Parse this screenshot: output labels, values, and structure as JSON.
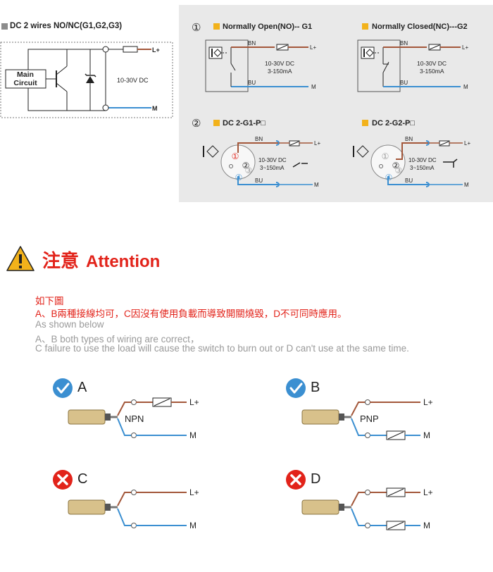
{
  "dc_block": {
    "title": "DC 2 wires NO/NC(G1,G2,G3)",
    "main_circuit": [
      "Main",
      "Circuit"
    ],
    "voltage": "10-30V DC",
    "lplus": "L+",
    "m": "M"
  },
  "panel": {
    "no": {
      "num": "①",
      "title": "Normally Open(NO)-- G1",
      "bn": "BN",
      "bu": "BU",
      "lplus": "L+",
      "m": "M",
      "v1": "10-30V DC",
      "v2": "3-150mA"
    },
    "nc": {
      "title": "Normally Closed(NC)---G2",
      "bn": "BN",
      "bu": "BU",
      "lplus": "L+",
      "m": "M",
      "v1": "10-30V DC",
      "v2": "3-150mA"
    },
    "g1p": {
      "num": "②",
      "title": "DC 2-G1-P□",
      "bn": "BN",
      "bu": "BU",
      "lplus": "L+",
      "m": "M",
      "v1": "10-30V DC",
      "v2": "3~150mA",
      "pins": [
        "①",
        "②",
        "③",
        "④"
      ]
    },
    "g2p": {
      "title": "DC 2-G2-P□",
      "bn": "BN",
      "bu": "BU",
      "lplus": "L+",
      "m": "M",
      "v1": "10-30V DC",
      "v2": "3~150mA",
      "pins": [
        "①",
        "②",
        "③",
        "④"
      ]
    }
  },
  "attention": {
    "title_cn": "注意",
    "title_en": "Attention",
    "line1": "如下圖",
    "line2": "A、B兩種接線均可，C因沒有使用負載而導致開關燒毀，D不可同時應用。",
    "line3": "As shown below",
    "line4": "A、B both types of wiring are correct，",
    "line5": "C failure to use the load will cause the switch to burn out or D can't use at the same time."
  },
  "cases": {
    "a": {
      "letter": "A",
      "label": "NPN",
      "lplus": "L+",
      "m": "M"
    },
    "b": {
      "letter": "B",
      "label": "PNP",
      "lplus": "L+",
      "m": "M"
    },
    "c": {
      "letter": "C",
      "lplus": "L+",
      "m": "M"
    },
    "d": {
      "letter": "D",
      "lplus": "L+",
      "m": "M"
    }
  },
  "colors": {
    "brown": "#a3573a",
    "blue": "#3b8fd1",
    "orange": "#f2b21b",
    "red": "#e2231a",
    "check": "#3b8fd1"
  }
}
